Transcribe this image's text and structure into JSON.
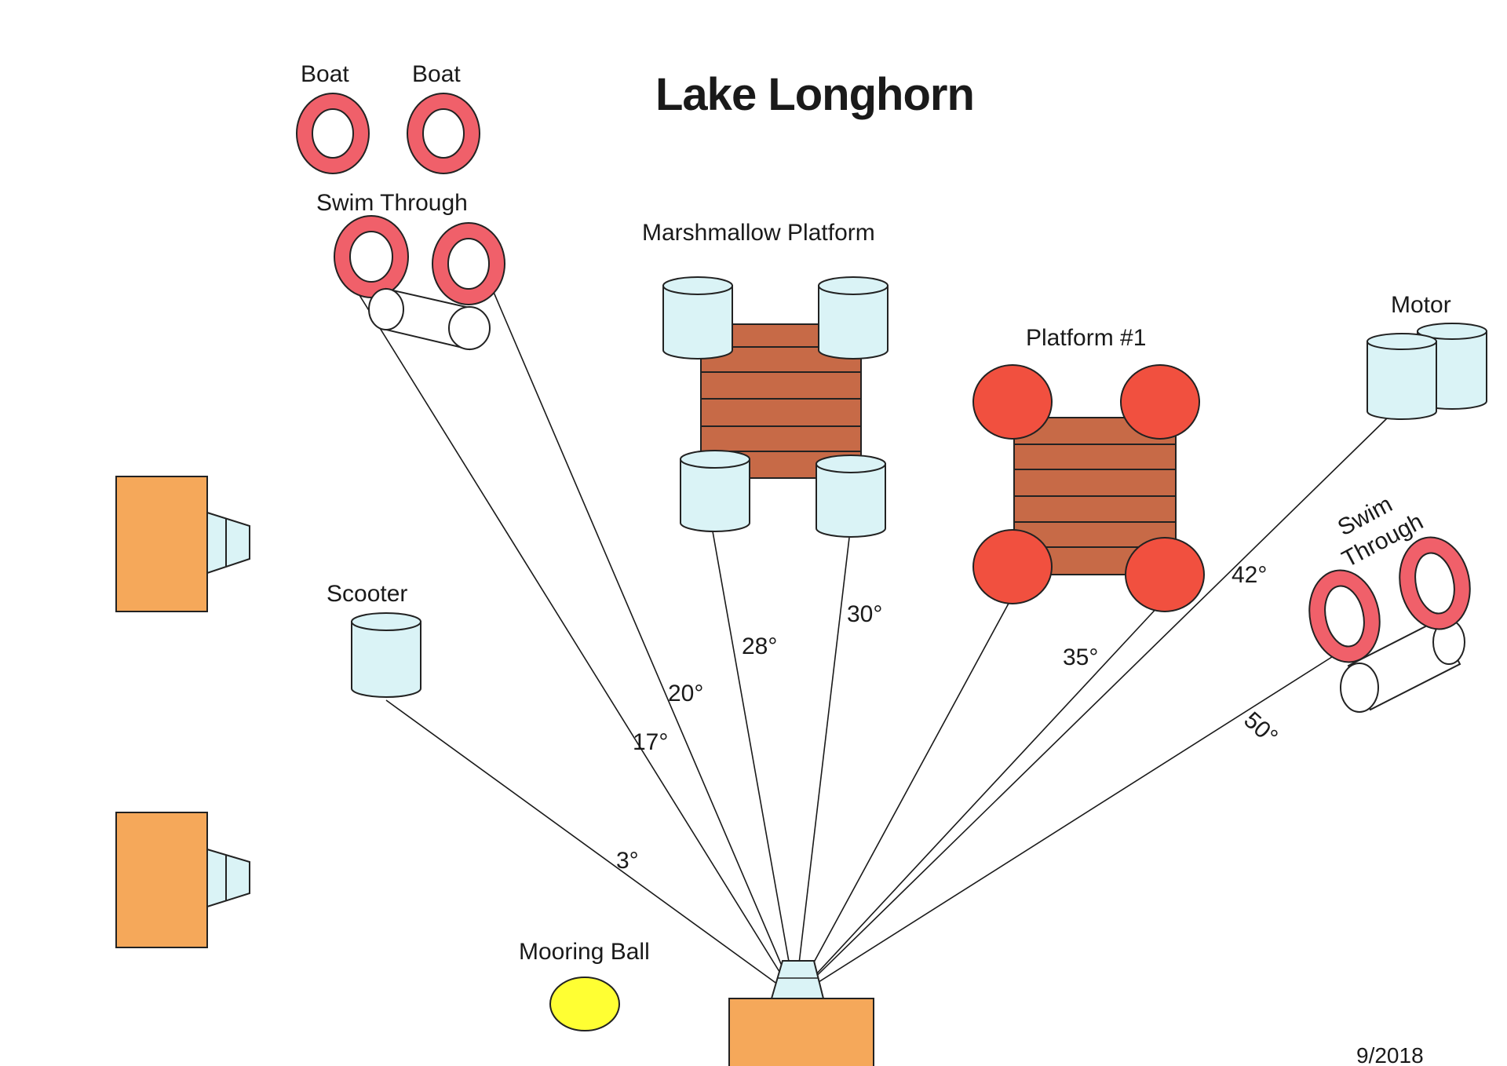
{
  "title": "Lake Longhorn",
  "date": "9/2018",
  "labels": {
    "boat_1": "Boat",
    "boat_2": "Boat",
    "swim_through_left": "Swim Through",
    "marshmallow_platform": "Marshmallow Platform",
    "platform_1": "Platform #1",
    "motor": "Motor",
    "swim_through_right_line1": "Swim",
    "swim_through_right_line2": "Through",
    "scooter": "Scooter",
    "mooring_ball": "Mooring Ball"
  },
  "angles": {
    "scooter": "3°",
    "swim_through_left_a": "17°",
    "swim_through_left_b": "20°",
    "marshmallow_a": "28°",
    "marshmallow_b": "30°",
    "platform_1": "35°",
    "motor": "42°",
    "swim_through_right": "50°"
  },
  "colors": {
    "ring": "#f0606a",
    "barrel": "#daf3f6",
    "deck": "#c76a47",
    "orange_block": "#f5a85a",
    "buoy": "#f1503f",
    "mooring_ball": "#ffff33"
  }
}
